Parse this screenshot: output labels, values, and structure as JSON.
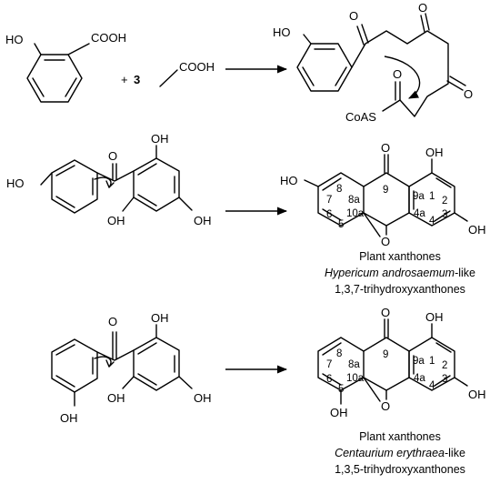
{
  "labels": {
    "ho": "HO",
    "oh": "OH",
    "o": "O",
    "cooh": "COOH",
    "plus": "+",
    "three": "3",
    "coas": "CoAS"
  },
  "numbering": {
    "n1": "1",
    "n2": "2",
    "n3": "3",
    "n4": "4",
    "n4a": "4a",
    "n5": "5",
    "n6": "6",
    "n7": "7",
    "n8": "8",
    "n8a": "8a",
    "n9": "9",
    "n9a": "9a",
    "n10a": "10a"
  },
  "captions": [
    {
      "line1": "Plant xanthones",
      "line2": "Hypericum androsaemum",
      "line2_suffix": "-like",
      "line3": "1,3,7-trihydroxyxanthones"
    },
    {
      "line1": "Plant xanthones",
      "line2": "Centaurium erythraea",
      "line2_suffix": "-like",
      "line3": "1,3,5-trihydroxyxanthones"
    }
  ]
}
